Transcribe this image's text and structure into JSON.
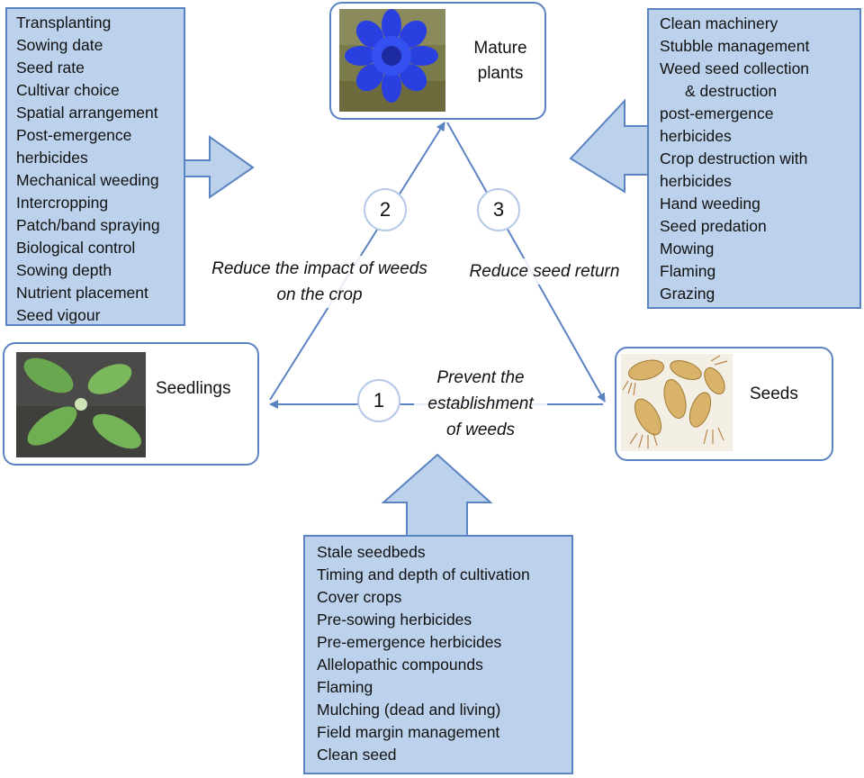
{
  "stages": {
    "mature": "Mature plants",
    "seedlings": "Seedlings",
    "seeds": "Seeds"
  },
  "steps": {
    "one": "1",
    "two": "2",
    "three": "3"
  },
  "annotations": {
    "reduce_impact": [
      "Reduce the impact of weeds",
      "on the crop"
    ],
    "reduce_return": "Reduce seed return",
    "prevent": [
      "Prevent the",
      "establishment",
      "of weeds"
    ]
  },
  "left_panel": [
    "Transplanting",
    "Sowing date",
    "Seed rate",
    "Cultivar choice",
    "Spatial arrangement",
    "Post-emergence",
    "herbicides",
    "Mechanical weeding",
    "Intercropping",
    "Patch/band spraying",
    "Biological control",
    "Sowing depth",
    "Nutrient placement",
    "Seed vigour"
  ],
  "right_panel": [
    "Clean machinery",
    "Stubble management",
    "Weed seed collection",
    "& destruction",
    "post-emergence",
    "herbicides",
    "Crop destruction with",
    "herbicides",
    "Hand weeding",
    "Seed predation",
    "Mowing",
    "Flaming",
    "Grazing"
  ],
  "bottom_panel": [
    "Stale seedbeds",
    "Timing and depth of cultivation",
    "Cover crops",
    "Pre-sowing herbicides",
    "Pre-emergence herbicides",
    "Allelopathic compounds",
    "Flaming",
    "Mulching (dead and living)",
    "Field margin management",
    "Clean seed"
  ],
  "colors": {
    "panel_fill": "#bcd2ec",
    "panel_border": "#5b83c2",
    "cycle_arrow": "#5b83c2"
  }
}
